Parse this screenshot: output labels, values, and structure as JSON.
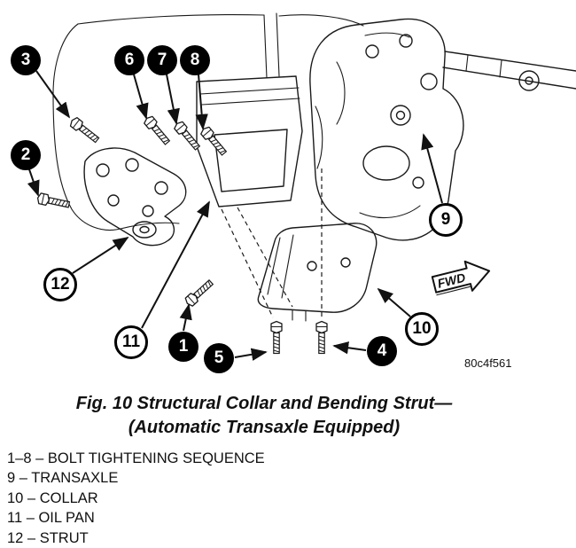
{
  "figure": {
    "fwd_label": "FWD",
    "image_code": "80c4f561",
    "caption_line1": "Fig. 10 Structural Collar and Bending Strut—",
    "caption_line2": "(Automatic Transaxle Equipped)"
  },
  "callouts": [
    {
      "num": "3"
    },
    {
      "num": "6"
    },
    {
      "num": "7"
    },
    {
      "num": "8"
    },
    {
      "num": "2"
    },
    {
      "num": "12"
    },
    {
      "num": "11"
    },
    {
      "num": "1"
    },
    {
      "num": "5"
    },
    {
      "num": "4"
    },
    {
      "num": "10"
    },
    {
      "num": "9"
    }
  ],
  "legend": [
    "1–8 – BOLT TIGHTENING SEQUENCE",
    "9 – TRANSAXLE",
    "10 – COLLAR",
    "11 – OIL PAN",
    "12 – STRUT"
  ],
  "colors": {
    "line": "#1a1a1a",
    "callout_filled_bg": "#000000",
    "callout_outline_bg": "#ffffff",
    "background": "#ffffff"
  }
}
